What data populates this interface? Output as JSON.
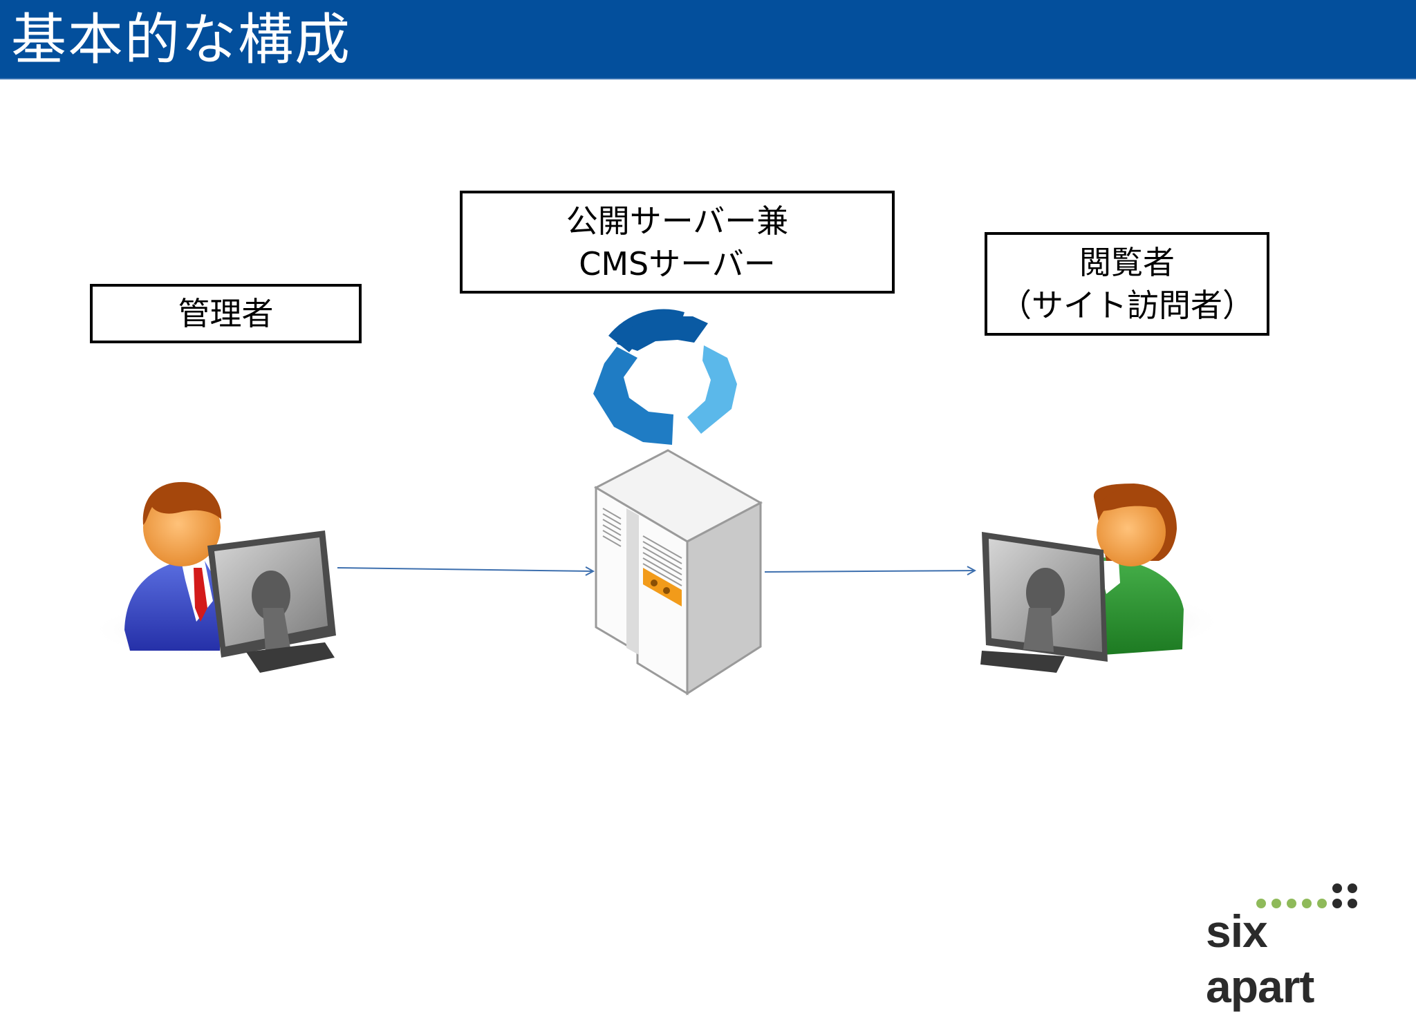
{
  "slide": {
    "title": "基本的な構成"
  },
  "nodes": {
    "admin": {
      "label": "管理者"
    },
    "server": {
      "label_line1": "公開サーバー兼",
      "label_line2": "CMSサーバー"
    },
    "viewer": {
      "label_line1": "閲覧者",
      "label_line2": "（サイト訪問者）"
    }
  },
  "icons": {
    "cms_logo": "movable-type-logo-icon",
    "admin_person": "admin-at-computer-icon",
    "server": "server-tower-icon",
    "viewer_person": "viewer-at-computer-icon"
  },
  "edges": [
    {
      "from": "admin",
      "to": "server"
    },
    {
      "from": "server",
      "to": "viewer"
    }
  ],
  "branding": {
    "logo_text": "six apart"
  },
  "colors": {
    "title_bar": "#034f9c",
    "arrow": "#3d6fae",
    "logo_dark_blue": "#0a5aa3",
    "logo_light_blue": "#5bb8ea",
    "logo_mid_blue": "#1f7cc4",
    "sixapart_green": "#8fba5a"
  }
}
